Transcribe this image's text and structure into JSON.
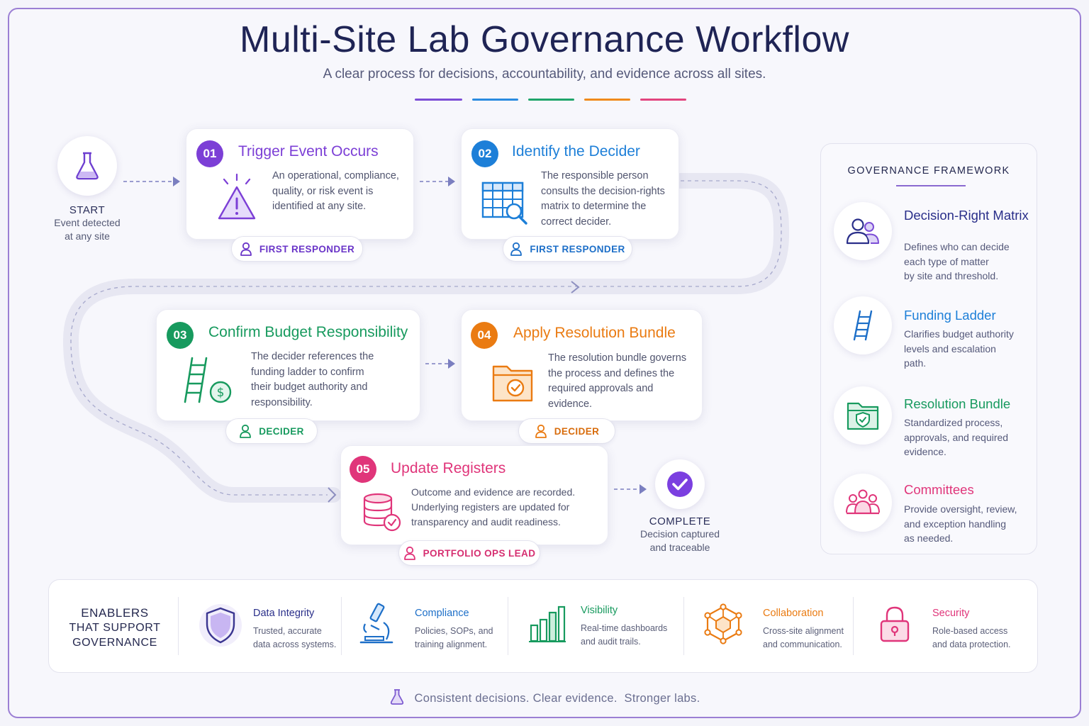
{
  "header": {
    "title": "Multi-Site Lab Governance Workflow",
    "subtitle": "A clear process for decisions, accountability, and evidence across all sites.",
    "accent_bars": [
      "#7c4dd6",
      "#2a8be0",
      "#1fa56b",
      "#f08a1c",
      "#e2457f"
    ]
  },
  "start": {
    "label": "START",
    "sub1": "Event detected",
    "sub2": "at any site",
    "icon": "flask-icon"
  },
  "steps": [
    {
      "number": "01",
      "title": "Trigger Event Occurs",
      "color": "#7c3fd6",
      "desc": [
        "An operational, compliance,",
        "quality, or risk event is",
        "identified at any site."
      ],
      "role": "FIRST RESPONDER",
      "icon": "warning-icon"
    },
    {
      "number": "02",
      "title": "Identify the Decider",
      "color": "#1d7fd8",
      "desc": [
        "The responsible person",
        "consults the decision-rights",
        "matrix to determine the",
        "correct decider."
      ],
      "role": "FIRST RESPONDER",
      "icon": "matrix-search-icon"
    },
    {
      "number": "03",
      "title": "Confirm Budget Responsibility",
      "color": "#179a5e",
      "desc": [
        "The decider references the",
        "funding ladder to confirm",
        "their budget authority and",
        "responsibility."
      ],
      "role": "DECIDER",
      "icon": "ladder-dollar-icon"
    },
    {
      "number": "04",
      "title": "Apply Resolution Bundle",
      "color": "#ea7b12",
      "desc": [
        "The resolution bundle governs",
        "the process and defines the",
        "required approvals and",
        "evidence."
      ],
      "role": "DECIDER",
      "icon": "folder-check-icon"
    },
    {
      "number": "05",
      "title": "Update Registers",
      "color": "#e0357a",
      "desc": [
        "Outcome and evidence are recorded.",
        "Underlying registers are updated for",
        "transparency and audit readiness."
      ],
      "role": "PORTFOLIO OPS LEAD",
      "icon": "database-check-icon"
    }
  ],
  "complete": {
    "label": "COMPLETE",
    "sub1": "Decision captured",
    "sub2": "and traceable",
    "icon": "check-circle-icon"
  },
  "framework": {
    "title": "GOVERNANCE FRAMEWORK",
    "items": [
      {
        "name": "Decision-Right Matrix",
        "color": "#2a2f8a",
        "icon": "people-icon",
        "desc": [
          "Defines who can decide",
          "each type of matter",
          "by site and threshold."
        ]
      },
      {
        "name": "Funding Ladder",
        "color": "#1d7fd8",
        "icon": "ladder-icon",
        "desc": [
          "Clarifies budget authority",
          "levels and escalation",
          "path."
        ]
      },
      {
        "name": "Resolution Bundle",
        "color": "#179a5e",
        "icon": "folder-shield-icon",
        "desc": [
          "Standardized process,",
          "approvals, and required",
          "evidence."
        ]
      },
      {
        "name": "Committees",
        "color": "#e0357a",
        "icon": "committee-icon",
        "desc": [
          "Provide oversight, review,",
          "and exception handling",
          "as needed."
        ]
      }
    ]
  },
  "enablers": {
    "heading": [
      "ENABLERS",
      "THAT SUPPORT",
      "GOVERNANCE"
    ],
    "items": [
      {
        "name": "Data Integrity",
        "color": "#2a2f8a",
        "icon": "shield-icon",
        "desc": [
          "Trusted, accurate",
          "data across systems."
        ]
      },
      {
        "name": "Compliance",
        "color": "#1d6fc8",
        "icon": "microscope-icon",
        "desc": [
          "Policies, SOPs, and",
          "training alignment."
        ]
      },
      {
        "name": "Visibility",
        "color": "#179a5e",
        "icon": "bar-chart-icon",
        "desc": [
          "Real-time dashboards",
          "and audit trails."
        ]
      },
      {
        "name": "Collaboration",
        "color": "#ea7b12",
        "icon": "network-cube-icon",
        "desc": [
          "Cross-site alignment",
          "and communication."
        ]
      },
      {
        "name": "Security",
        "color": "#e0357a",
        "icon": "lock-icon",
        "desc": [
          "Role-based access",
          "and data protection."
        ]
      }
    ]
  },
  "tagline": "Consistent decisions. Clear evidence.  Stronger labs."
}
